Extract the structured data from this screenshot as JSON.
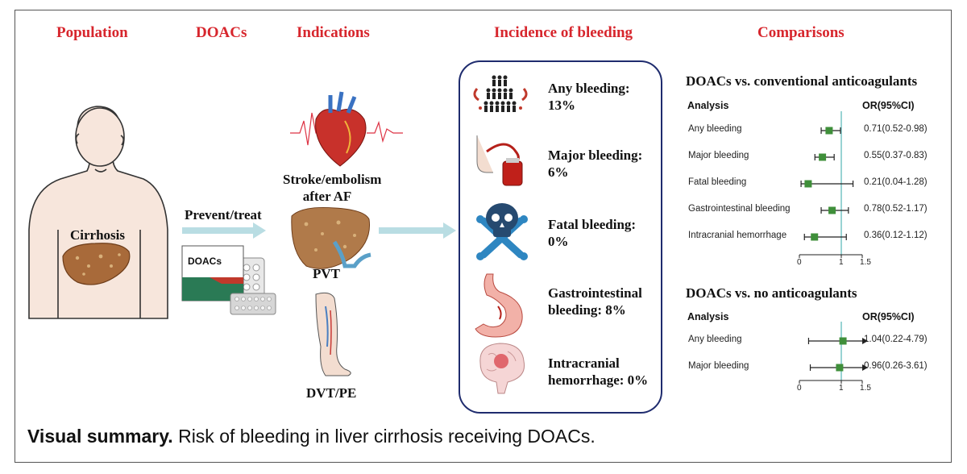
{
  "headers": {
    "population": "Population",
    "doacs": "DOACs",
    "indications": "Indications",
    "incidence": "Incidence of bleeding",
    "comparisons": "Comparisons"
  },
  "population": {
    "organ_label": "Cirrhosis"
  },
  "drug": {
    "box_label": "DOACs",
    "arrow_label": "Prevent/treat"
  },
  "indications": [
    "Stroke/embolism after AF",
    "PVT",
    "DVT/PE"
  ],
  "incidence": [
    {
      "label": "Any bleeding:",
      "value": "13%",
      "icon": "crowd-bleeding-icon"
    },
    {
      "label": "Major bleeding:",
      "value": "6%",
      "icon": "blood-transfusion-icon"
    },
    {
      "label": "Fatal bleeding:",
      "value": "0%",
      "icon": "skull-crossbones-icon"
    },
    {
      "label": "Gastrointestinal",
      "value": "bleeding: 8%",
      "icon": "stomach-icon"
    },
    {
      "label": "Intracranial",
      "value": "hemorrhage: 0%",
      "icon": "brain-icon"
    }
  ],
  "colors": {
    "header_red": "#d7262d",
    "box_border": "#1f2c6e",
    "square_green": "#3f8f3a",
    "reference_line": "#7fc8c8"
  },
  "chart_data": [
    {
      "type": "forest",
      "title": "DOACs vs. conventional anticoagulants",
      "col_analysis": "Analysis",
      "col_or": "OR(95%CI)",
      "xlim": [
        0,
        1.5
      ],
      "xticks": [
        "0",
        "1",
        "1.5"
      ],
      "reference": 1,
      "rows": [
        {
          "label": "Any bleeding",
          "or": 0.71,
          "lo": 0.52,
          "hi": 0.98,
          "text": "0.71(0.52-0.98)"
        },
        {
          "label": "Major bleeding",
          "or": 0.55,
          "lo": 0.37,
          "hi": 0.83,
          "text": "0.55(0.37-0.83)"
        },
        {
          "label": "Fatal bleeding",
          "or": 0.21,
          "lo": 0.04,
          "hi": 1.28,
          "text": "0.21(0.04-1.28)"
        },
        {
          "label": "Gastrointestinal bleeding",
          "or": 0.78,
          "lo": 0.52,
          "hi": 1.17,
          "text": "0.78(0.52-1.17)"
        },
        {
          "label": "Intracranial hemorrhage",
          "or": 0.36,
          "lo": 0.12,
          "hi": 1.12,
          "text": "0.36(0.12-1.12)"
        }
      ]
    },
    {
      "type": "forest",
      "title": "DOACs vs. no anticoagulants",
      "col_analysis": "Analysis",
      "col_or": "OR(95%CI)",
      "xlim": [
        0,
        1.5
      ],
      "xticks": [
        "0",
        "1",
        "1.5"
      ],
      "reference": 1,
      "rows": [
        {
          "label": "Any bleeding",
          "or": 1.04,
          "lo": 0.22,
          "hi": 4.79,
          "text": "1.04(0.22-4.79)"
        },
        {
          "label": "Major bleeding",
          "or": 0.96,
          "lo": 0.26,
          "hi": 3.61,
          "text": "0.96(0.26-3.61)"
        }
      ]
    }
  ],
  "caption": {
    "bold": "Visual summary.",
    "text": " Risk of bleeding in liver cirrhosis receiving DOACs."
  }
}
